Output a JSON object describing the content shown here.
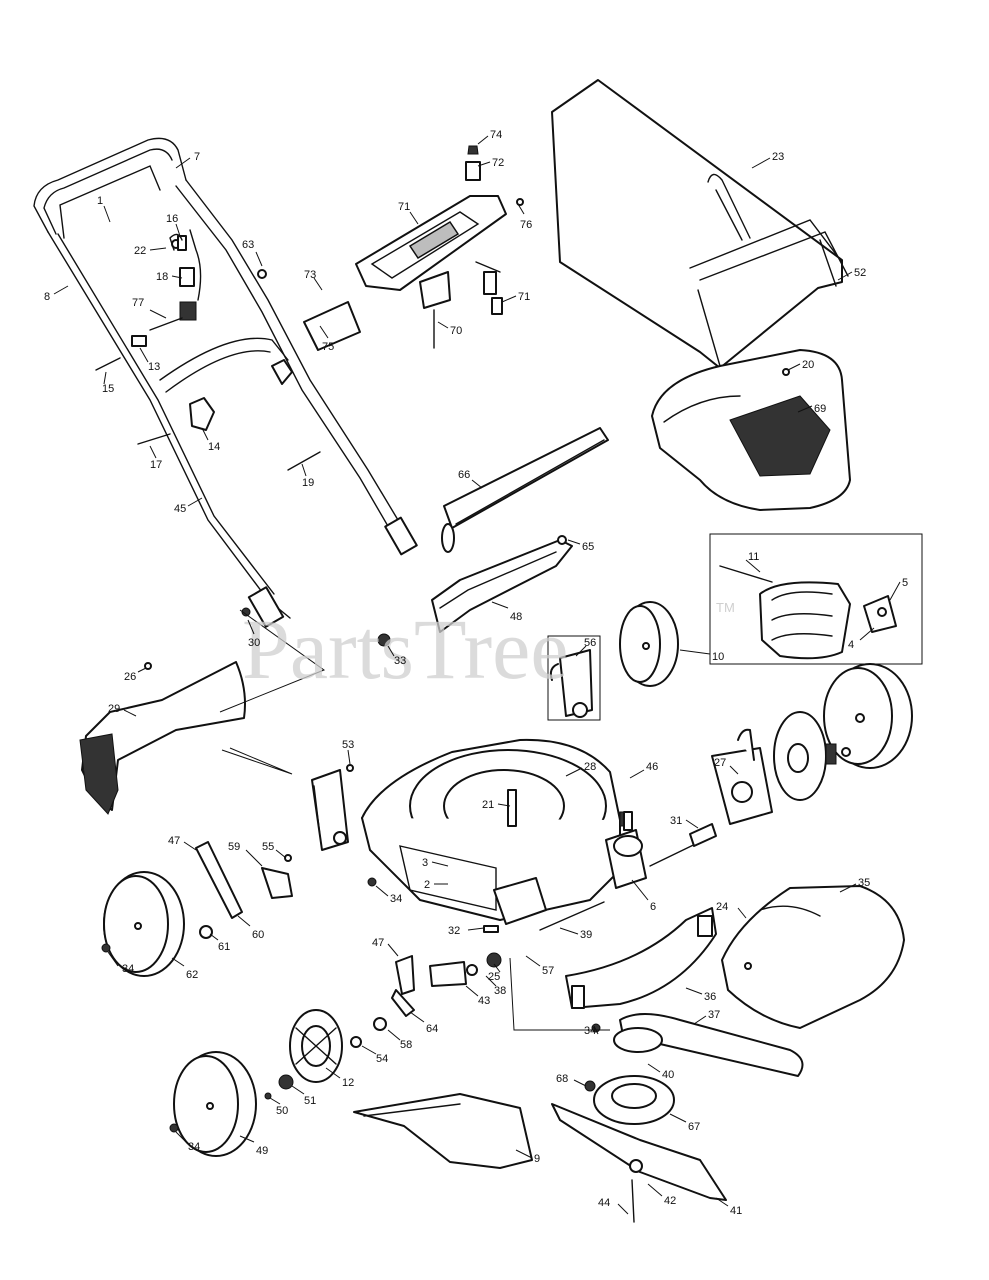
{
  "watermark": {
    "text": "PartsTree",
    "trademark": "TM"
  },
  "parts": [
    {
      "key": "p1",
      "number": "1"
    },
    {
      "key": "p2",
      "number": "2"
    },
    {
      "key": "p3",
      "number": "3"
    },
    {
      "key": "p4",
      "number": "4"
    },
    {
      "key": "p5",
      "number": "5"
    },
    {
      "key": "p6",
      "number": "6"
    },
    {
      "key": "p7",
      "number": "7"
    },
    {
      "key": "p8",
      "number": "8"
    },
    {
      "key": "p9",
      "number": "9"
    },
    {
      "key": "p10",
      "number": "10"
    },
    {
      "key": "p11",
      "number": "11"
    },
    {
      "key": "p12",
      "number": "12"
    },
    {
      "key": "p13",
      "number": "13"
    },
    {
      "key": "p14",
      "number": "14"
    },
    {
      "key": "p15",
      "number": "15"
    },
    {
      "key": "p16",
      "number": "16"
    },
    {
      "key": "p17",
      "number": "17"
    },
    {
      "key": "p18",
      "number": "18"
    },
    {
      "key": "p19",
      "number": "19"
    },
    {
      "key": "p20",
      "number": "20"
    },
    {
      "key": "p21",
      "number": "21"
    },
    {
      "key": "p22",
      "number": "22"
    },
    {
      "key": "p23",
      "number": "23"
    },
    {
      "key": "p24",
      "number": "24"
    },
    {
      "key": "p25",
      "number": "25"
    },
    {
      "key": "p26",
      "number": "26"
    },
    {
      "key": "p27",
      "number": "27"
    },
    {
      "key": "p28",
      "number": "28"
    },
    {
      "key": "p29",
      "number": "29"
    },
    {
      "key": "p30",
      "number": "30"
    },
    {
      "key": "p31",
      "number": "31"
    },
    {
      "key": "p32",
      "number": "32"
    },
    {
      "key": "p33",
      "number": "33"
    },
    {
      "key": "p34a",
      "number": "34"
    },
    {
      "key": "p34b",
      "number": "34"
    },
    {
      "key": "p34c",
      "number": "34"
    },
    {
      "key": "p34d",
      "number": "34"
    },
    {
      "key": "p35",
      "number": "35"
    },
    {
      "key": "p36",
      "number": "36"
    },
    {
      "key": "p37",
      "number": "37"
    },
    {
      "key": "p38",
      "number": "38"
    },
    {
      "key": "p39",
      "number": "39"
    },
    {
      "key": "p40",
      "number": "40"
    },
    {
      "key": "p41",
      "number": "41"
    },
    {
      "key": "p42",
      "number": "42"
    },
    {
      "key": "p43",
      "number": "43"
    },
    {
      "key": "p44",
      "number": "44"
    },
    {
      "key": "p45",
      "number": "45"
    },
    {
      "key": "p46",
      "number": "46"
    },
    {
      "key": "p47a",
      "number": "47"
    },
    {
      "key": "p47b",
      "number": "47"
    },
    {
      "key": "p48",
      "number": "48"
    },
    {
      "key": "p49",
      "number": "49"
    },
    {
      "key": "p50",
      "number": "50"
    },
    {
      "key": "p51",
      "number": "51"
    },
    {
      "key": "p52",
      "number": "52"
    },
    {
      "key": "p53",
      "number": "53"
    },
    {
      "key": "p54",
      "number": "54"
    },
    {
      "key": "p55",
      "number": "55"
    },
    {
      "key": "p56",
      "number": "56"
    },
    {
      "key": "p57",
      "number": "57"
    },
    {
      "key": "p58",
      "number": "58"
    },
    {
      "key": "p59",
      "number": "59"
    },
    {
      "key": "p60",
      "number": "60"
    },
    {
      "key": "p61",
      "number": "61"
    },
    {
      "key": "p62",
      "number": "62"
    },
    {
      "key": "p63",
      "number": "63"
    },
    {
      "key": "p64",
      "number": "64"
    },
    {
      "key": "p65",
      "number": "65"
    },
    {
      "key": "p66",
      "number": "66"
    },
    {
      "key": "p67",
      "number": "67"
    },
    {
      "key": "p68",
      "number": "68"
    },
    {
      "key": "p69",
      "number": "69"
    },
    {
      "key": "p70",
      "number": "70"
    },
    {
      "key": "p71a",
      "number": "71"
    },
    {
      "key": "p71b",
      "number": "71"
    },
    {
      "key": "p72",
      "number": "72"
    },
    {
      "key": "p73",
      "number": "73"
    },
    {
      "key": "p74",
      "number": "74"
    },
    {
      "key": "p75",
      "number": "75"
    },
    {
      "key": "p76",
      "number": "76"
    },
    {
      "key": "p77",
      "number": "77"
    }
  ]
}
